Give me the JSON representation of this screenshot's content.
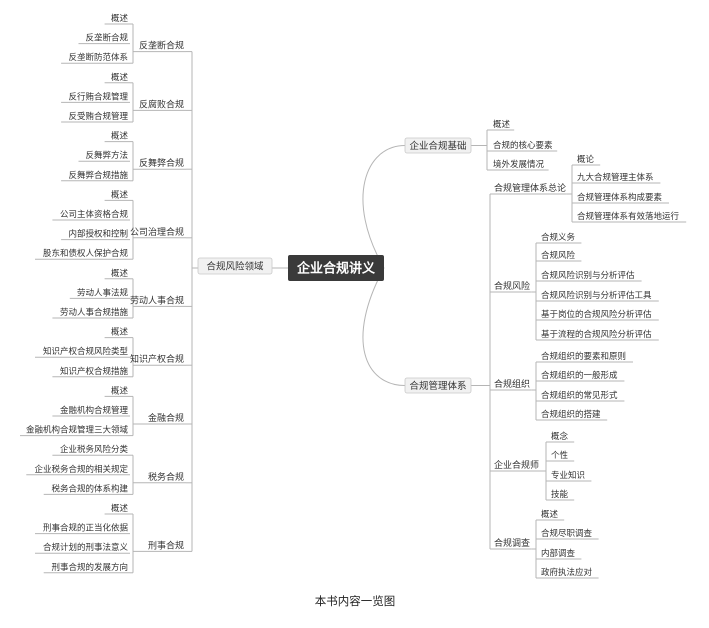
{
  "root": {
    "label": "企业合规讲义"
  },
  "caption": "本书内容一览图",
  "left": {
    "label": "合规风险领域",
    "children": [
      {
        "label": "反垄断合规",
        "children": [
          "概述",
          "反垄断合规",
          "反垄断防范体系"
        ]
      },
      {
        "label": "反腐败合规",
        "children": [
          "概述",
          "反行贿合规管理",
          "反受贿合规管理"
        ]
      },
      {
        "label": "反舞弊合规",
        "children": [
          "概述",
          "反舞弊方法",
          "反舞弊合规措施"
        ]
      },
      {
        "label": "公司治理合规",
        "children": [
          "概述",
          "公司主体资格合规",
          "内部授权和控制",
          "股东和债权人保护合规"
        ]
      },
      {
        "label": "劳动人事合规",
        "children": [
          "概述",
          "劳动人事法规",
          "劳动人事合规措施"
        ]
      },
      {
        "label": "知识产权合规",
        "children": [
          "概述",
          "知识产权合规风险类型",
          "知识产权合规措施"
        ]
      },
      {
        "label": "金融合规",
        "children": [
          "概述",
          "金融机构合规管理",
          "金融机构合规管理三大领域"
        ]
      },
      {
        "label": "税务合规",
        "children": [
          "企业税务风险分类",
          "企业税务合规的相关规定",
          "税务合规的体系构建"
        ]
      },
      {
        "label": "刑事合规",
        "children": [
          "概述",
          "刑事合规的正当化依据",
          "合规计划的刑事法意义",
          "刑事合规的发展方向"
        ]
      }
    ]
  },
  "right": [
    {
      "label": "企业合规基础",
      "children": [
        {
          "label": "概述"
        },
        {
          "label": "合规的核心要素"
        },
        {
          "label": "境外发展情况"
        }
      ]
    },
    {
      "label": "合规管理体系",
      "children": [
        {
          "label": "合规管理体系总论",
          "children": [
            "概论",
            "九大合规管理主体系",
            "合规管理体系构成要素",
            "合规管理体系有效落地运行"
          ]
        },
        {
          "label": "合规风险",
          "children": [
            "合规义务",
            "合规风险",
            "合规风险识别与分析评估",
            "合规风险识别与分析评估工具",
            "基于岗位的合规风险分析评估",
            "基于流程的合规风险分析评估"
          ]
        },
        {
          "label": "合规组织",
          "children": [
            "合规组织的要素和原则",
            "合规组织的一般形成",
            "合规组织的常见形式",
            "合规组织的搭建"
          ]
        },
        {
          "label": "企业合规师",
          "children": [
            "概念",
            "个性",
            "专业知识",
            "技能"
          ]
        },
        {
          "label": "合规调查",
          "children": [
            "概述",
            "合规尽职调查",
            "内部调查",
            "政府执法应对"
          ]
        }
      ]
    }
  ]
}
